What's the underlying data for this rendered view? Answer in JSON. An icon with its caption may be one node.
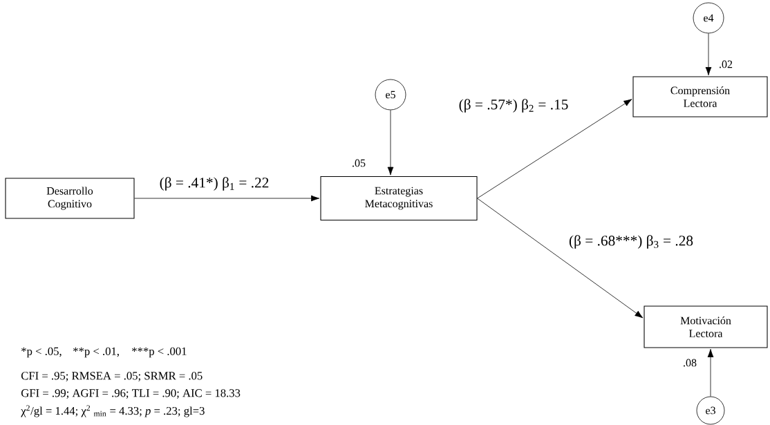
{
  "diagram": {
    "nodes": [
      {
        "text": [
          "Desarrollo Cognitivo"
        ]
      },
      {
        "text": [
          "Estrategias Metacognitivas"
        ]
      },
      {
        "text": [
          "e5"
        ]
      },
      {
        "text": [
          "Comprensión Lectora"
        ]
      },
      {
        "text": [
          "e4"
        ]
      },
      {
        "text": [
          "Motivación Lectora"
        ]
      },
      {
        "text": [
          "e3"
        ]
      }
    ],
    "edges": [
      {
        "from": 0,
        "to": 1,
        "arrow": "to",
        "label": "(β = .41*) β$_{1}$ = .22"
      },
      {
        "from": 2,
        "to": 1,
        "arrow": "to",
        "label": ".05"
      },
      {
        "from": 1,
        "to": 3,
        "arrow": "to",
        "label": "(β = .57*) β$_{2}$ = .15"
      },
      {
        "from": 4,
        "to": 3,
        "arrow": "to",
        "label": ".02"
      },
      {
        "from": 1,
        "to": 5,
        "arrow": "to",
        "label": "(β = .68***) β$_{3}$ = .28"
      },
      {
        "from": 6,
        "to": 5,
        "arrow": "to",
        "label": ".08"
      }
    ],
    "labels": [
      "*p < .05,",
      "**p < .01,",
      "***p < .001",
      "CFI = .95; RMSEA = .05; SRMR = .05",
      "GFI = .99; AGFI = .96; TLI = .90; AIC = 18.33",
      "χ$^{2}$/gl = 1.44; χ$^{2}$ $_{min}$ = 4.33; *p* = .23; gl=3"
    ]
  }
}
